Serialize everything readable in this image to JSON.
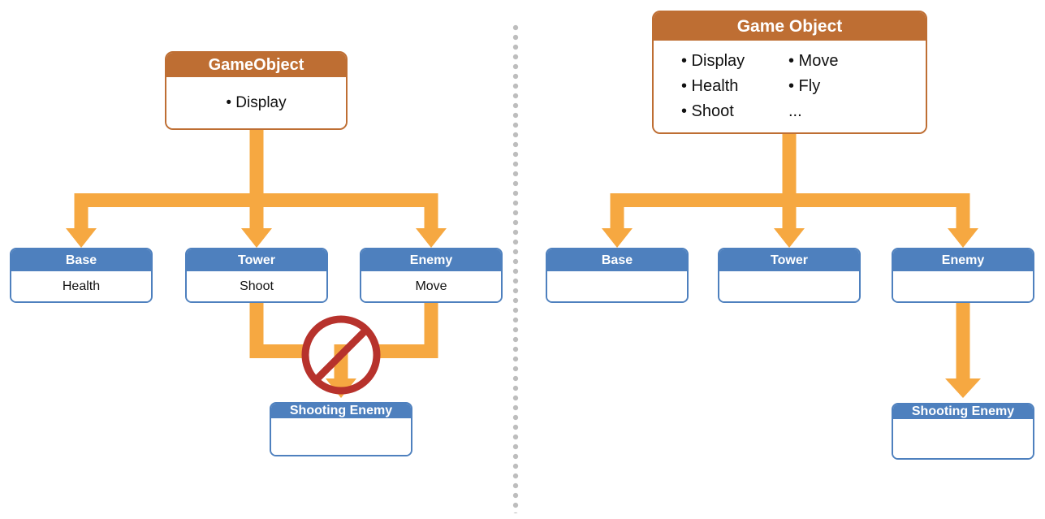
{
  "left_diagram": {
    "root": {
      "title": "GameObject",
      "items": [
        "• Display"
      ]
    },
    "children": [
      {
        "title": "Base",
        "body": "Health"
      },
      {
        "title": "Tower",
        "body": "Shoot"
      },
      {
        "title": "Enemy",
        "body": "Move"
      }
    ],
    "blocked_child": {
      "title": "Shooting Enemy",
      "body": ""
    }
  },
  "right_diagram": {
    "root": {
      "title": "Game Object",
      "columns": [
        [
          "• Display",
          "• Health",
          "• Shoot"
        ],
        [
          "• Move",
          "• Fly",
          "..."
        ]
      ]
    },
    "children": [
      {
        "title": "Base",
        "body": ""
      },
      {
        "title": "Tower",
        "body": ""
      },
      {
        "title": "Enemy",
        "body": ""
      }
    ],
    "grandchild": {
      "title": "Shooting Enemy",
      "body": ""
    }
  },
  "icons": {
    "no_entry": "no-entry-prohibition-sign"
  },
  "colors": {
    "root_header": "#BE6E33",
    "root_border": "#BE6E33",
    "child_header": "#4E80BE",
    "child_border": "#4E80BE",
    "arrow": "#F6A841",
    "no_entry": "#B7322C",
    "divider_dot": "#BDBDBD",
    "background": "#FFFFFF",
    "header_text": "#FFFFFF",
    "body_text": "#111111"
  }
}
